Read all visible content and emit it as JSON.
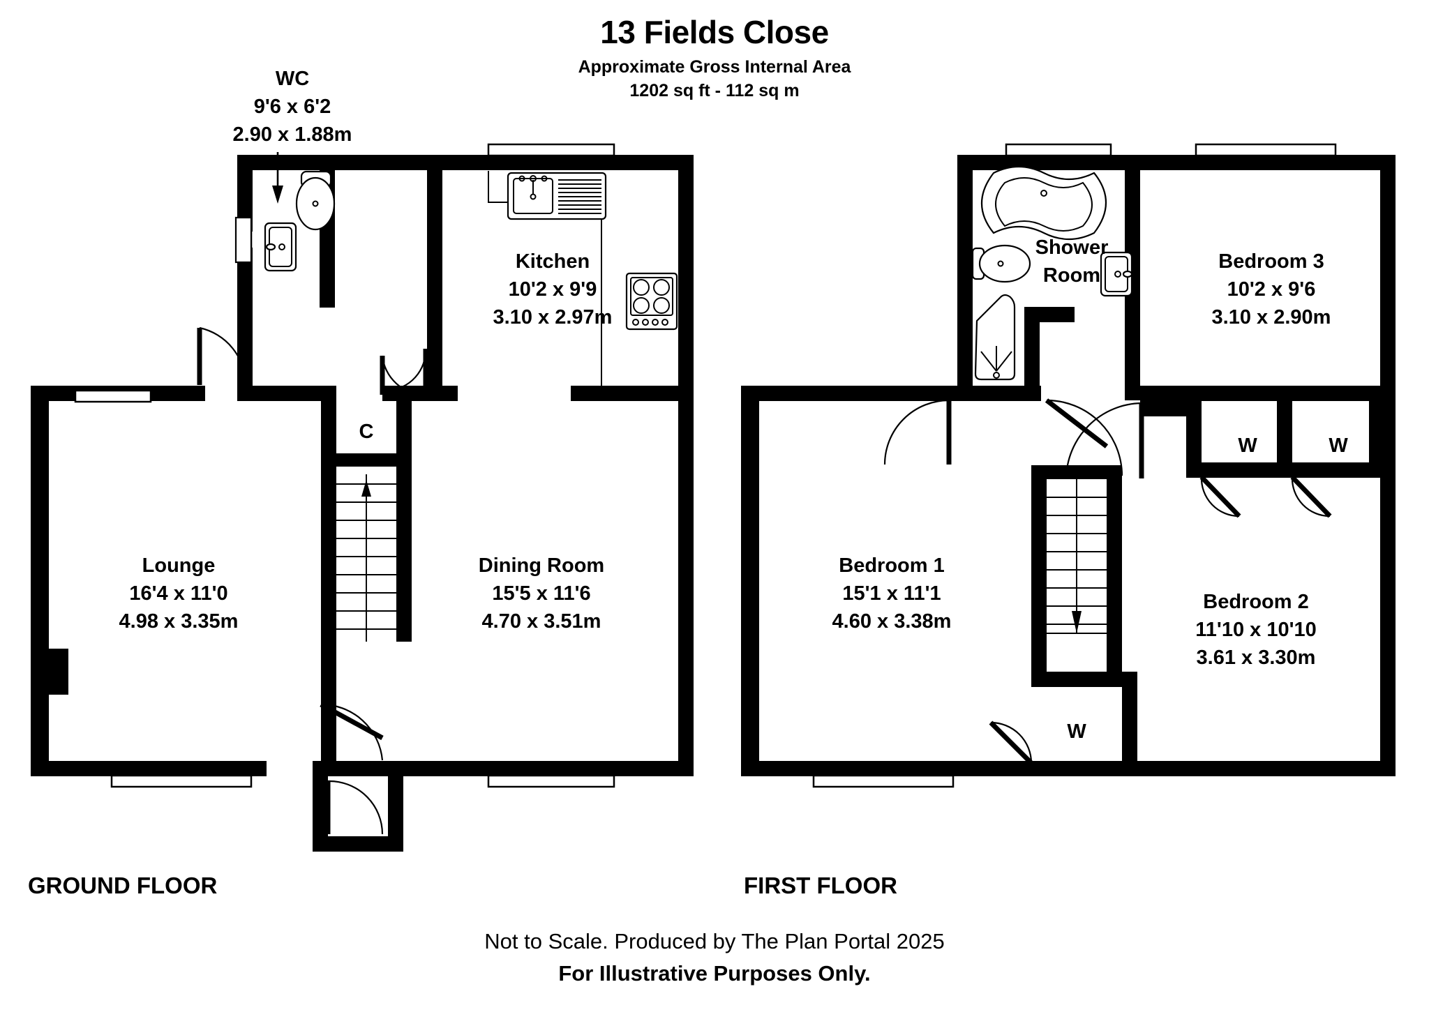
{
  "header": {
    "title": "13 Fields Close",
    "subtitle_line1": "Approximate Gross Internal Area",
    "subtitle_line2": "1202 sq ft - 112 sq m"
  },
  "footer": {
    "line1": "Not to Scale. Produced by The Plan Portal 2025",
    "line2": "For Illustrative Purposes Only."
  },
  "floors": [
    {
      "id": "ground",
      "caption": "GROUND FLOOR"
    },
    {
      "id": "first",
      "caption": "FIRST FLOOR"
    }
  ],
  "ground_floor": {
    "caption": "GROUND FLOOR",
    "rooms": [
      {
        "name": "WC",
        "dim_imperial": "9'6 x 6'2",
        "dim_metric": "2.90 x 1.88m",
        "fixtures": [
          "toilet",
          "basin"
        ]
      },
      {
        "name": "Kitchen",
        "dim_imperial": "10'2 x 9'9",
        "dim_metric": "3.10 x 2.97m",
        "fixtures": [
          "sink-with-drainer",
          "hob"
        ]
      },
      {
        "name": "Lounge",
        "dim_imperial": "16'4 x 11'0",
        "dim_metric": "4.98 x 3.35m",
        "fixtures": []
      },
      {
        "name": "Dining Room",
        "dim_imperial": "15'5 x 11'6",
        "dim_metric": "4.70 x 3.51m",
        "fixtures": []
      }
    ],
    "tags": [
      {
        "letter": "C",
        "meaning": "cupboard"
      }
    ],
    "stairs": {
      "direction": "up"
    }
  },
  "first_floor": {
    "caption": "FIRST FLOOR",
    "rooms": [
      {
        "name_line1": "Shower",
        "name_line2": "Room",
        "name": "Shower Room",
        "dim_imperial": "",
        "dim_metric": "",
        "fixtures": [
          "bath",
          "toilet",
          "basin",
          "shower-tray"
        ]
      },
      {
        "name": "Bedroom 3",
        "dim_imperial": "10'2 x 9'6",
        "dim_metric": "3.10 x 2.90m",
        "fixtures": []
      },
      {
        "name": "Bedroom 1",
        "dim_imperial": "15'1 x 11'1",
        "dim_metric": "4.60 x 3.38m",
        "fixtures": []
      },
      {
        "name": "Bedroom 2",
        "dim_imperial": "11'10 x 10'10",
        "dim_metric": "3.61 x 3.30m",
        "fixtures": []
      }
    ],
    "tags": [
      {
        "letter": "W",
        "meaning": "wardrobe"
      },
      {
        "letter": "W",
        "meaning": "wardrobe"
      },
      {
        "letter": "W",
        "meaning": "wardrobe"
      }
    ],
    "stairs": {
      "direction": "down"
    }
  },
  "colors": {
    "wall": "#000000",
    "background": "#ffffff",
    "text": "#000000"
  }
}
